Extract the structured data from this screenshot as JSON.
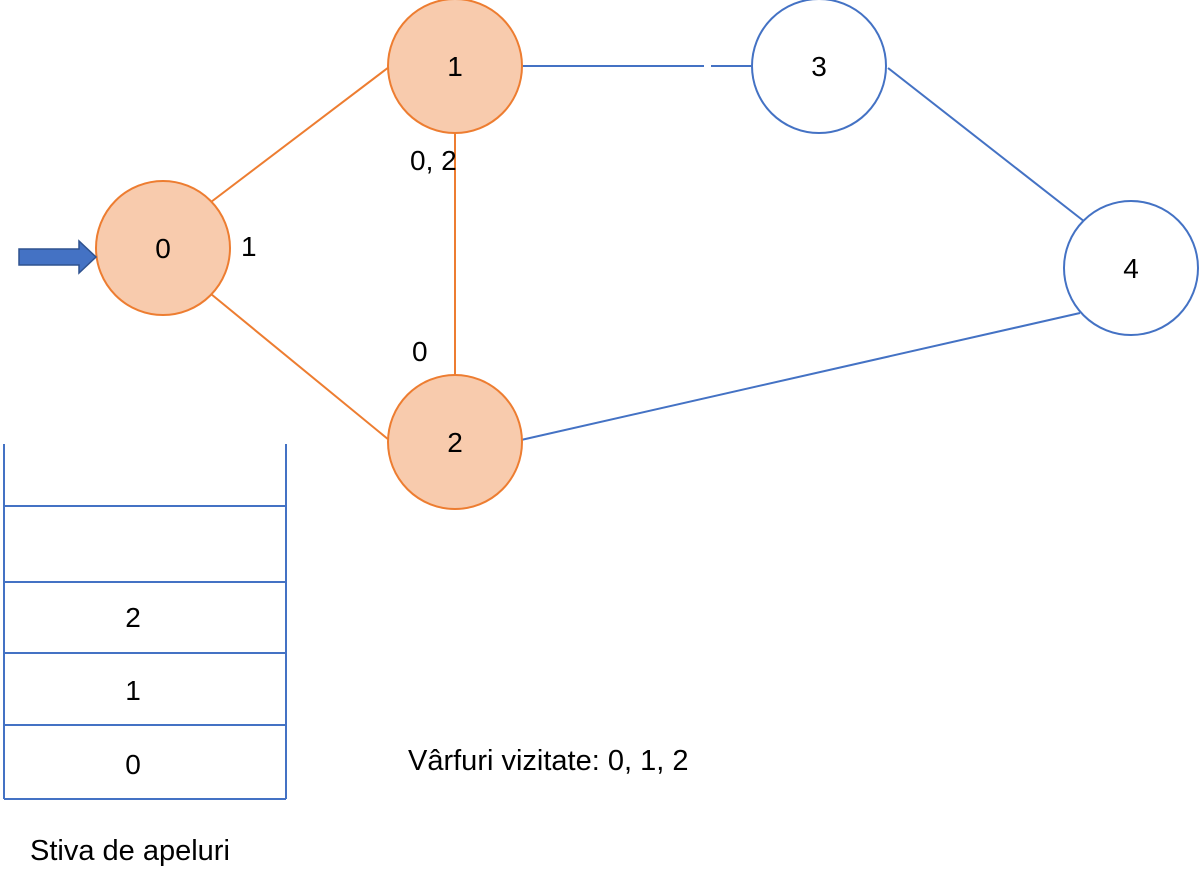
{
  "colors": {
    "visited_fill": "#f8cbad",
    "visited_stroke": "#ed7d31",
    "unvisited_fill": "#ffffff",
    "unvisited_stroke": "#4472c4",
    "arrow_fill": "#4472c4",
    "arrow_stroke": "#2f528f",
    "stack_lines": "#4472c4"
  },
  "icons": {
    "current_node_pointer": "right-arrow-icon"
  },
  "graph": {
    "nodes": [
      {
        "id": "0",
        "label": "0",
        "visited": true
      },
      {
        "id": "1",
        "label": "1",
        "visited": true
      },
      {
        "id": "2",
        "label": "2",
        "visited": true
      },
      {
        "id": "3",
        "label": "3",
        "visited": false
      },
      {
        "id": "4",
        "label": "4",
        "visited": false
      }
    ],
    "edges": [
      {
        "from": "0",
        "to": "1",
        "visited": true
      },
      {
        "from": "0",
        "to": "2",
        "visited": true
      },
      {
        "from": "1",
        "to": "2",
        "visited": true
      },
      {
        "from": "1",
        "to": "3",
        "visited": false
      },
      {
        "from": "3",
        "to": "4",
        "visited": false
      },
      {
        "from": "2",
        "to": "4",
        "visited": false
      }
    ],
    "annotations": [
      {
        "node": "0",
        "text": "1"
      },
      {
        "node": "1",
        "text": "0, 2"
      },
      {
        "node": "2",
        "text": "0"
      }
    ],
    "current_node": "0"
  },
  "stack": {
    "cells_top_to_bottom": [
      "",
      "2",
      "1",
      "0"
    ],
    "caption": "Stiva de apeluri"
  },
  "visited": {
    "caption": "Vârfuri vizitate: 0, 1, 2"
  }
}
